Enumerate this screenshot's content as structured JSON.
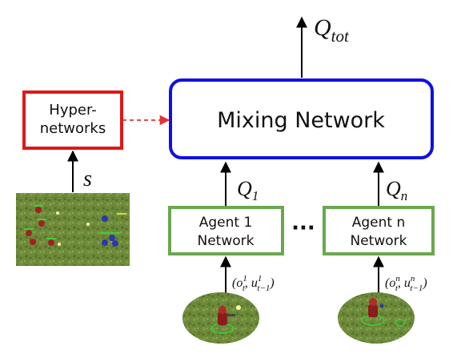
{
  "colors": {
    "mixing_border": "#1010e0",
    "hyper_border": "#e01818",
    "agent_border": "#6aa84f",
    "dashed_arrow": "#e83030",
    "arrow": "#000000",
    "grass": "#6d8a3a"
  },
  "mixing": {
    "label": "Mixing Network"
  },
  "output": {
    "label": "Q",
    "subscript": "tot"
  },
  "hyper": {
    "line1": "Hyper-",
    "line2": "networks"
  },
  "state": {
    "label": "s"
  },
  "agents": [
    {
      "line1": "Agent 1",
      "line2": "Network",
      "q_label": "Q",
      "q_sub": "1",
      "input": {
        "o_sup": "1",
        "u_sup": "1"
      }
    },
    {
      "line1": "Agent n",
      "line2": "Network",
      "q_label": "Q",
      "q_sub": "n",
      "input": {
        "o_sup": "n",
        "u_sup": "n"
      }
    }
  ],
  "ellipsis": "···",
  "input_template": {
    "open": "(o",
    "t_sub": "t",
    "comma": ", u",
    "tm1_sub": "t−1",
    "close": ")"
  },
  "images": [
    {
      "kind": "game-scene-thumbnail",
      "desc_icon": "starcraft-battlefield-icon"
    },
    {
      "kind": "agent-observation-thumbnail",
      "desc_icon": "unit-observation-icon"
    },
    {
      "kind": "agent-observation-thumbnail",
      "desc_icon": "unit-observation-icon"
    }
  ]
}
